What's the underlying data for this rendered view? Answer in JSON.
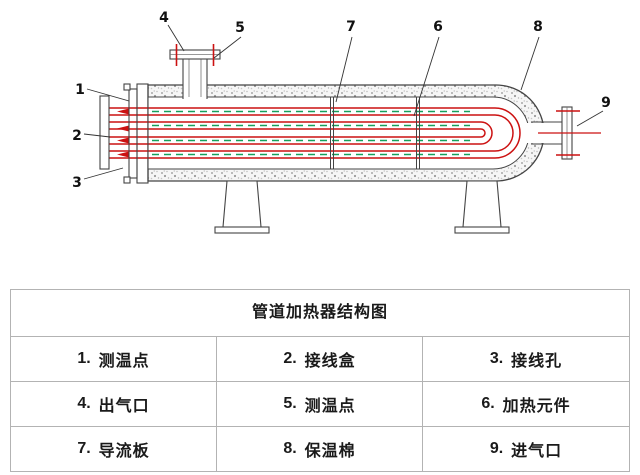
{
  "diagram": {
    "callouts": [
      "1",
      "2",
      "3",
      "4",
      "5",
      "6",
      "7",
      "8",
      "9"
    ],
    "colors": {
      "heating_element": "#cc1111",
      "temperature_line": "#18a05c",
      "outline": "#444444"
    }
  },
  "table": {
    "title": "管道加热器结构图",
    "items": [
      {
        "num": "1.",
        "label": "测温点"
      },
      {
        "num": "2.",
        "label": "接线盒"
      },
      {
        "num": "3.",
        "label": "接线孔"
      },
      {
        "num": "4.",
        "label": "出气口"
      },
      {
        "num": "5.",
        "label": "测温点"
      },
      {
        "num": "6.",
        "label": "加热元件"
      },
      {
        "num": "7.",
        "label": "导流板"
      },
      {
        "num": "8.",
        "label": "保温棉"
      },
      {
        "num": "9.",
        "label": "进气口"
      }
    ]
  }
}
